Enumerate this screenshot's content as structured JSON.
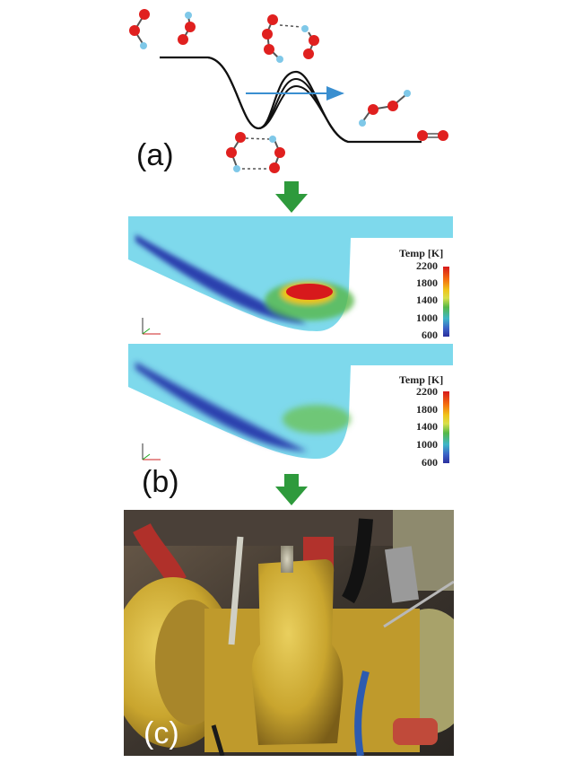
{
  "panel_a": {
    "label": "(a)",
    "atoms": {
      "oxygen": "O",
      "hydrogen": "H"
    }
  },
  "panel_b": {
    "label": "(b)",
    "contours": [
      {
        "legend_title": "Temp [K]",
        "ticks": [
          "2200",
          "1800",
          "1400",
          "1000",
          "600"
        ],
        "hot_zone": "high"
      },
      {
        "legend_title": "Temp [K]",
        "ticks": [
          "2200",
          "1800",
          "1400",
          "1000",
          "600"
        ],
        "hot_zone": "low"
      }
    ],
    "colormap": [
      "#d7191c",
      "#f0c419",
      "#55b848",
      "#3fb6c9",
      "#2b2f9e"
    ]
  },
  "panel_c": {
    "label": "(c)"
  },
  "colors": {
    "oxygen": "#e0201f",
    "hydrogen": "#7fc8e8",
    "arrow_green": "#2e9a3c",
    "reaction_arrow": "#3a8fd0",
    "domain_bg": "#7ed9ec"
  }
}
